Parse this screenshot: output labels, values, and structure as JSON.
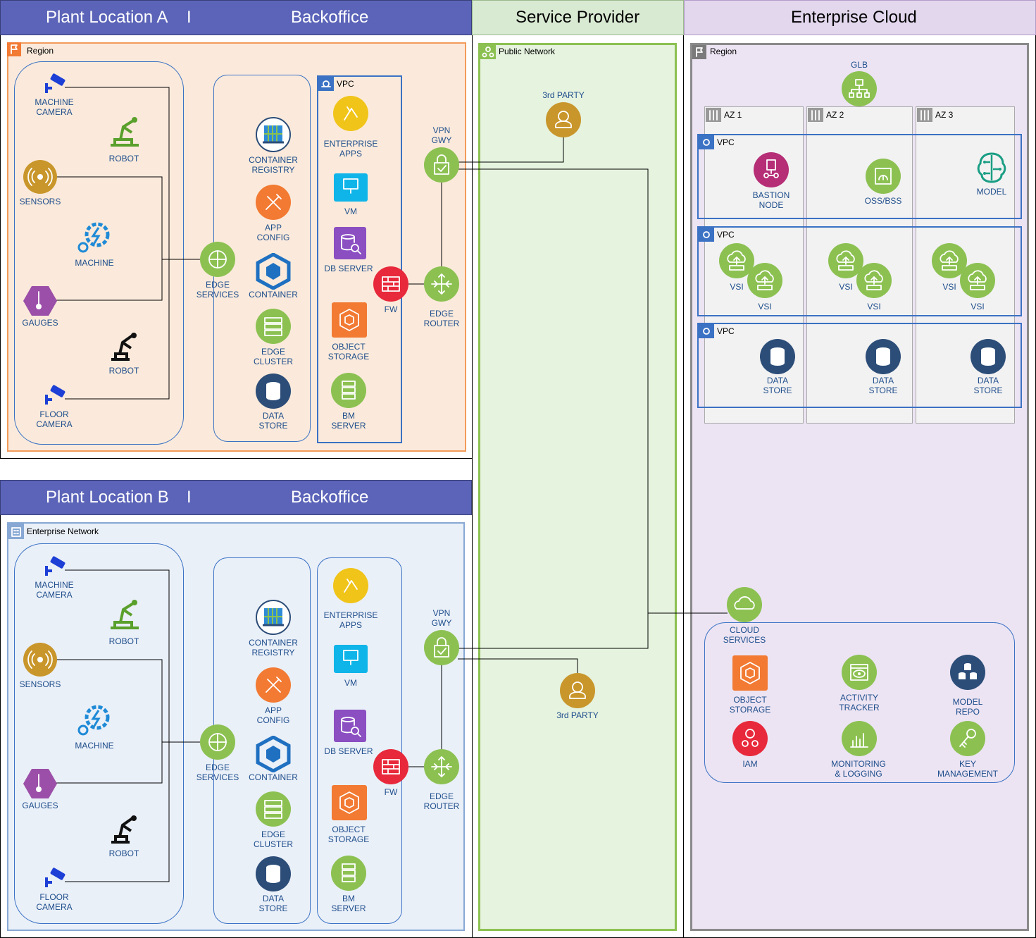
{
  "plant_a": {
    "title": "Plant Location A",
    "separator": "I",
    "backoffice": "Backoffice",
    "region": "Region",
    "vpc": "VPC",
    "devices": {
      "machine_camera": "MACHINE\nCAMERA",
      "robot_1": "ROBOT",
      "sensors": "SENSORS",
      "machine": "MACHINE",
      "gauges": "GAUGES",
      "robot_2": "ROBOT",
      "floor_camera": "FLOOR\nCAMERA"
    },
    "edge": {
      "edge_services": "EDGE\nSERVICES",
      "container_registry": "CONTAINER\nREGISTRY",
      "app_config": "APP\nCONFIG",
      "container": "CONTAINER",
      "edge_cluster": "EDGE\nCLUSTER",
      "data_store": "DATA\nSTORE"
    },
    "vpc_items": {
      "enterprise_apps": "ENTERPRISE\nAPPS",
      "vm": "VM",
      "db_server": "DB SERVER",
      "object_storage": "OBJECT\nSTORAGE",
      "bm_server": "BM\nSERVER",
      "fw": "FW",
      "vpn_gwy": "VPN\nGWY",
      "edge_router": "EDGE\nROUTER"
    }
  },
  "plant_b": {
    "title": "Plant Location B",
    "separator": "I",
    "backoffice": "Backoffice",
    "network": "Enterprise Network",
    "devices": {
      "machine_camera": "MACHINE\nCAMERA",
      "robot_1": "ROBOT",
      "sensors": "SENSORS",
      "machine": "MACHINE",
      "gauges": "GAUGES",
      "robot_2": "ROBOT",
      "floor_camera": "FLOOR\nCAMERA"
    },
    "edge": {
      "edge_services": "EDGE\nSERVICES",
      "container_registry": "CONTAINER\nREGISTRY",
      "app_config": "APP\nCONFIG",
      "container": "CONTAINER",
      "edge_cluster": "EDGE\nCLUSTER",
      "data_store": "DATA\nSTORE"
    },
    "vpc_items": {
      "enterprise_apps": "ENTERPRISE\nAPPS",
      "vm": "VM",
      "db_server": "DB SERVER",
      "object_storage": "OBJECT\nSTORAGE",
      "bm_server": "BM\nSERVER",
      "fw": "FW",
      "vpn_gwy": "VPN\nGWY",
      "edge_router": "EDGE\nROUTER"
    }
  },
  "service_provider": {
    "title": "Service Provider",
    "public_network": "Public Network",
    "third_party_top": "3rd PARTY",
    "third_party_bottom": "3rd PARTY"
  },
  "enterprise_cloud": {
    "title": "Enterprise Cloud",
    "region": "Region",
    "glb": "GLB",
    "az1": "AZ 1",
    "az2": "AZ 2",
    "az3": "AZ 3",
    "vpc1": "VPC",
    "vpc2": "VPC",
    "vpc3": "VPC",
    "bastion": "BASTION\nNODE",
    "oss_bss": "OSS/BSS",
    "model": "MODEL",
    "vsi": "VSI",
    "data_store": "DATA\nSTORE",
    "cloud_services": "CLOUD\nSERVICES",
    "services": {
      "object_storage": "OBJECT\nSTORAGE",
      "activity_tracker": "ACTIVITY\nTRACKER",
      "model_repo": "MODEL\nREPO",
      "iam": "IAM",
      "monitoring": "MONITORING\n& LOGGING",
      "key_management": "KEY\nMANAGEMENT"
    }
  },
  "colors": {
    "banner": "#5b64b8",
    "green": "#8cc152",
    "orange": "#f27a33",
    "gold": "#c9962b",
    "yellow": "#f0c419",
    "red": "#e8293b",
    "purple": "#8b4fc2",
    "darkblue": "#2c4d78",
    "blue": "#1f70c1",
    "magenta": "#b52e76",
    "hex_purple": "#9b4fa8"
  }
}
